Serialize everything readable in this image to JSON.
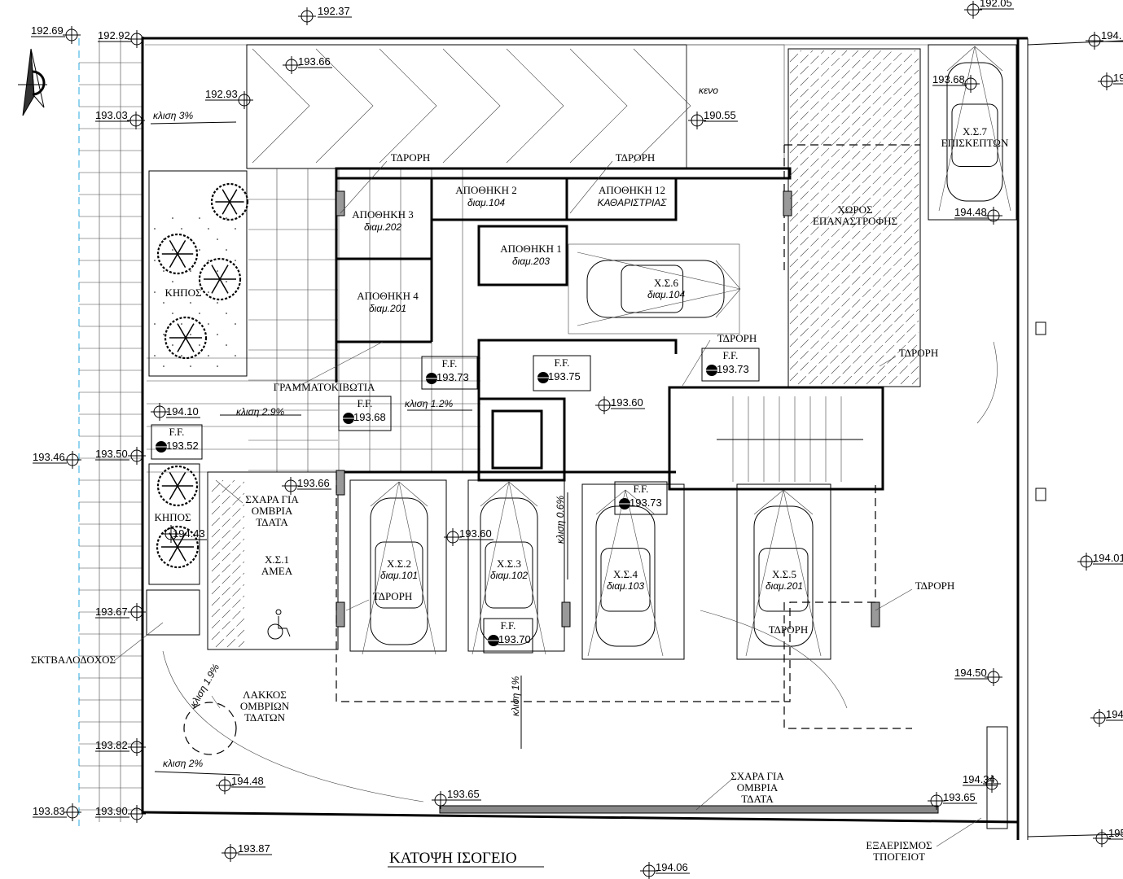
{
  "title": "ΚΑΤΟΨΗ ΙΣΟΓΕΙΟ",
  "colors": {
    "ink": "#000000",
    "property_line": "#2aa8e0",
    "background": "#ffffff"
  },
  "rooms": [
    {
      "name": "ΑΠΟΘΗΚΗ 3",
      "sub": "διαμ.202"
    },
    {
      "name": "ΑΠΟΘΗΚΗ 2",
      "sub": "διαμ.104"
    },
    {
      "name": "ΑΠΟΘΗΚΗ 12",
      "sub": "ΚΑΘΑΡΙΣΤΡΙΑΣ"
    },
    {
      "name": "ΑΠΟΘΗΚΗ 1",
      "sub": "διαμ.203"
    },
    {
      "name": "ΑΠΟΘΗΚΗ 4",
      "sub": "διαμ.201"
    }
  ],
  "parking": [
    {
      "name": "Χ.Σ.6",
      "sub": "διαμ.104"
    },
    {
      "name": "Χ.Σ.7",
      "sub": "ΕΠΙΣΚΕΠΤΩΝ"
    },
    {
      "name": "Χ.Σ.1",
      "sub": "ΑΜΕΑ"
    },
    {
      "name": "Χ.Σ.2",
      "sub": "διαμ.101"
    },
    {
      "name": "Χ.Σ.3",
      "sub": "διαμ.102"
    },
    {
      "name": "Χ.Σ.4",
      "sub": "διαμ.103"
    },
    {
      "name": "Χ.Σ.5",
      "sub": "διαμ.201"
    }
  ],
  "areas": [
    {
      "lines": [
        "ΧΩΡΟΣ",
        "ΕΠΑΝΑΣΤΡΟΦΗΣ"
      ]
    },
    {
      "lines": [
        "ΚΗΠΟΣ"
      ]
    },
    {
      "lines": [
        "ΚΗΠΟΣ"
      ]
    },
    {
      "lines": [
        "κενο"
      ]
    }
  ],
  "annotations": [
    {
      "lines": [
        "ΤΔΡΟΡΗ"
      ]
    },
    {
      "lines": [
        "ΤΔΡΟΡΗ"
      ]
    },
    {
      "lines": [
        "ΤΔΡΟΡΗ"
      ]
    },
    {
      "lines": [
        "ΤΔΡΟΡΗ"
      ]
    },
    {
      "lines": [
        "ΤΔΡΟΡΗ"
      ]
    },
    {
      "lines": [
        "ΤΔΡΟΡΗ"
      ]
    },
    {
      "lines": [
        "ΤΔΡΟΡΗ"
      ]
    },
    {
      "lines": [
        "ΓΡΑΜΜΑΤΟΚΙΒΩΤΙΑ"
      ]
    },
    {
      "lines": [
        "ΣΧΑΡΑ ΓΙΑ",
        "ΟΜΒΡΙΑ",
        "ΤΔΑΤΑ"
      ]
    },
    {
      "lines": [
        "ΣΧΑΡΑ ΓΙΑ",
        "ΟΜΒΡΙΑ",
        "ΤΔΑΤΑ"
      ]
    },
    {
      "lines": [
        "ΛΑΚΚΟΣ",
        "ΟΜΒΡΙΩΝ",
        "ΤΔΑΤΩΝ"
      ]
    },
    {
      "lines": [
        "ΣΚΤΒΑΛΟΔΟΧΟΣ"
      ]
    },
    {
      "lines": [
        "ΕΞΑΕΡΙΣΜΟΣ",
        "ΤΠΟΓΕΙΟΤ"
      ]
    }
  ],
  "slopes": [
    "κλιση 3%",
    "κλιση 2.9%",
    "κλιση 1.2%",
    "κλιση 0.6%",
    "κλιση 1%",
    "κλιση 1.9%",
    "κλιση 2%"
  ],
  "elevations": [
    "192.37",
    "192.05",
    "192.69",
    "192.92",
    "194.",
    "193.66",
    "19",
    "193.68",
    "192.93",
    "193.03",
    "190.55",
    "194.48",
    "194.10",
    "193.46",
    "193.50",
    "193.66",
    "194.43",
    "193.60",
    "194.01",
    "193.67",
    "194.50",
    "194",
    "193.82",
    "194.48",
    "193.65",
    "194.34",
    "193.65",
    "193.83",
    "193.90",
    "195",
    "193.87",
    "194.06",
    "193.60"
  ],
  "ff_boxes": [
    {
      "label": "F.F.",
      "value": "193.73"
    },
    {
      "label": "F.F.",
      "value": "193.75"
    },
    {
      "label": "F.F.",
      "value": "193.73"
    },
    {
      "label": "F.F.",
      "value": "193.68"
    },
    {
      "label": "F.F.",
      "value": "193.52"
    },
    {
      "label": "F.F.",
      "value": "193.73"
    },
    {
      "label": "F.F.",
      "value": "193.70"
    }
  ]
}
